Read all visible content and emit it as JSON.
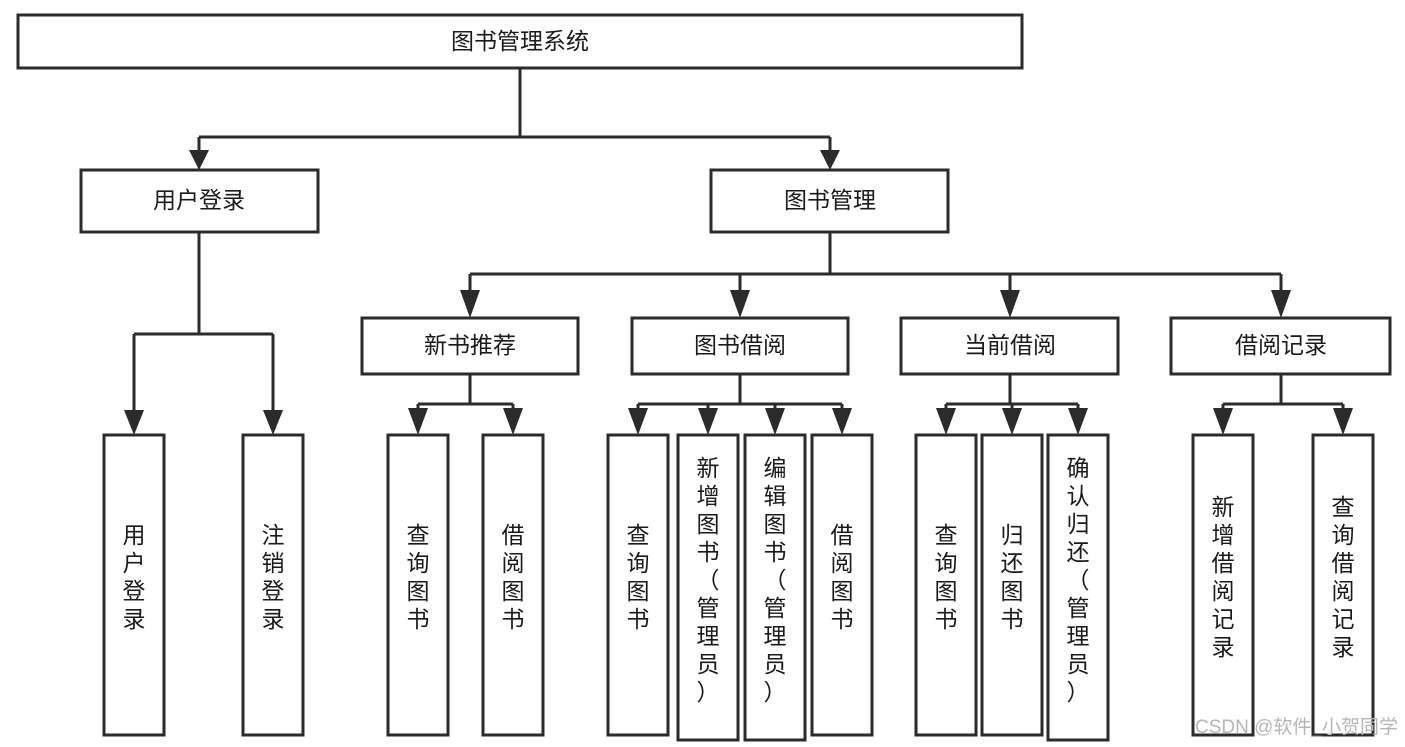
{
  "diagram": {
    "type": "tree",
    "orientation": "top-down",
    "title": "图书管理系统",
    "colors": {
      "box_stroke": "#2b2b2b",
      "box_fill": "#ffffff",
      "connector": "#2b2b2b",
      "text": "#1a1a1a",
      "background": "#ffffff",
      "watermark": "#b6b6b6"
    },
    "root": {
      "label": "图书管理系统",
      "orient": "horizontal"
    },
    "level1": [
      {
        "label": "用户登录",
        "orient": "horizontal"
      },
      {
        "label": "图书管理",
        "orient": "horizontal"
      }
    ],
    "level2": [
      {
        "label": "新书推荐",
        "orient": "horizontal"
      },
      {
        "label": "图书借阅",
        "orient": "horizontal"
      },
      {
        "label": "当前借阅",
        "orient": "horizontal"
      },
      {
        "label": "借阅记录",
        "orient": "horizontal"
      }
    ],
    "leaves": {
      "user_login": [
        {
          "label": "用户登录",
          "orient": "vertical"
        },
        {
          "label": "注销登录",
          "orient": "vertical"
        }
      ],
      "new_book_recommend": [
        {
          "label": "查询图书",
          "orient": "vertical"
        },
        {
          "label": "借阅图书",
          "orient": "vertical"
        }
      ],
      "book_borrow": [
        {
          "label": "查询图书",
          "orient": "vertical"
        },
        {
          "label": "新增图书（管理员）",
          "orient": "vertical"
        },
        {
          "label": "编辑图书（管理员）",
          "orient": "vertical"
        },
        {
          "label": "借阅图书",
          "orient": "vertical"
        }
      ],
      "current_borrow": [
        {
          "label": "查询图书",
          "orient": "vertical"
        },
        {
          "label": "归还图书",
          "orient": "vertical"
        },
        {
          "label": "确认归还（管理员）",
          "orient": "vertical"
        }
      ],
      "borrow_record": [
        {
          "label": "新增借阅记录",
          "orient": "vertical"
        },
        {
          "label": "查询借阅记录",
          "orient": "vertical"
        }
      ]
    }
  },
  "watermark": {
    "text": "CSDN @软件_小贺同学"
  }
}
